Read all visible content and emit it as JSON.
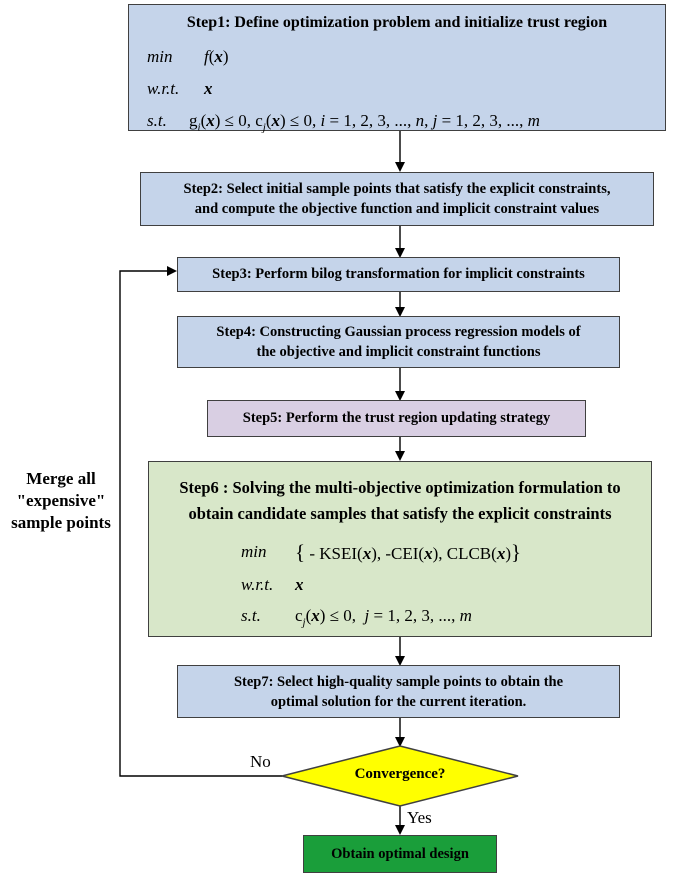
{
  "step1": {
    "title": "Step1: Define optimization problem and initialize trust region",
    "min_label": "min",
    "min_expr": "f(x)",
    "wrt_label": "w.r.t.",
    "wrt_var": "x",
    "st_label": "s.t.",
    "st_expr": "g_i(x) ≤ 0, c_j(x) ≤ 0, i = 1,2,3,...,n, j = 1,2,3,...,m"
  },
  "step2": {
    "line1": "Step2: Select initial sample points that satisfy the explicit constraints,",
    "line2": "and compute the objective function and implicit constraint values"
  },
  "step3": {
    "line1": "Step3: Perform bilog transformation for implicit constraints"
  },
  "step4": {
    "line1": "Step4: Constructing Gaussian process regression models of",
    "line2": "the objective and implicit constraint functions"
  },
  "step5": {
    "line1": "Step5: Perform the trust region updating strategy"
  },
  "step6": {
    "line1": "Step6 : Solving the multi-objective optimization formulation to",
    "line2": "obtain candidate samples that satisfy the explicit constraints",
    "min_label": "min",
    "min_expr": "{ - KSEI(x), -CEI(x), CLCB(x) }",
    "wrt_label": "w.r.t.",
    "wrt_var": "x",
    "st_label": "s.t.",
    "st_expr": "c_j(x) ≤ 0, j = 1,2,3,...,m"
  },
  "step7": {
    "line1": "Step7: Select high-quality sample points to obtain the",
    "line2": "optimal solution for the current iteration."
  },
  "decision": {
    "label": "Convergence?"
  },
  "final": {
    "label": "Obtain optimal design"
  },
  "loop": {
    "label_line1": "Merge all",
    "label_line2": "\"expensive\"",
    "label_line3": "sample points"
  },
  "edges": {
    "no": "No",
    "yes": "Yes"
  },
  "colors": {
    "blue_box": "#c5d4ea",
    "purple_box": "#d9cfe3",
    "green_box": "#d8e7c9",
    "final_box": "#1a9e3a",
    "decision": "#ffff00"
  }
}
